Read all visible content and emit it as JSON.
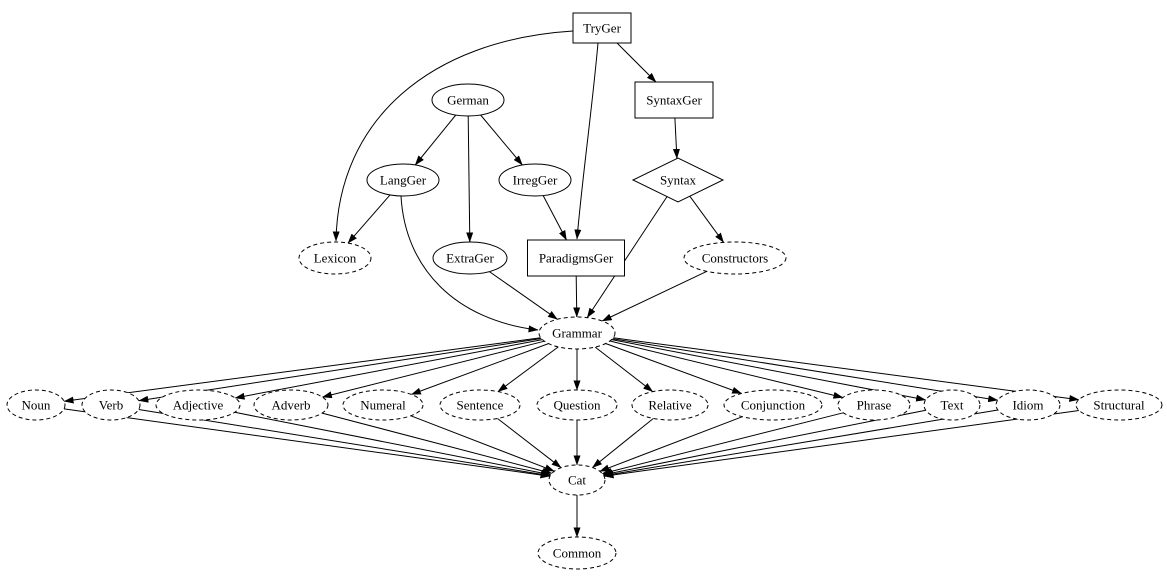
{
  "figure": {
    "type": "directed-graph",
    "description": "Module dependency graph",
    "background_color": "#ffffff",
    "stroke_color": "#000000"
  },
  "nodes": {
    "TryGer": {
      "label": "TryGer",
      "shape": "box",
      "style": "solid"
    },
    "German": {
      "label": "German",
      "shape": "ellipse",
      "style": "solid"
    },
    "SyntaxGer": {
      "label": "SyntaxGer",
      "shape": "box",
      "style": "solid"
    },
    "LangGer": {
      "label": "LangGer",
      "shape": "ellipse",
      "style": "solid"
    },
    "IrregGer": {
      "label": "IrregGer",
      "shape": "ellipse",
      "style": "solid"
    },
    "Syntax": {
      "label": "Syntax",
      "shape": "diamond",
      "style": "solid"
    },
    "Lexicon": {
      "label": "Lexicon",
      "shape": "ellipse",
      "style": "dashed"
    },
    "ExtraGer": {
      "label": "ExtraGer",
      "shape": "ellipse",
      "style": "solid"
    },
    "ParadigmsGer": {
      "label": "ParadigmsGer",
      "shape": "box",
      "style": "solid"
    },
    "Constructors": {
      "label": "Constructors",
      "shape": "ellipse",
      "style": "dashed"
    },
    "Grammar": {
      "label": "Grammar",
      "shape": "ellipse",
      "style": "dashed"
    },
    "Noun": {
      "label": "Noun",
      "shape": "ellipse",
      "style": "dashed"
    },
    "Verb": {
      "label": "Verb",
      "shape": "ellipse",
      "style": "dashed"
    },
    "Adjective": {
      "label": "Adjective",
      "shape": "ellipse",
      "style": "dashed"
    },
    "Adverb": {
      "label": "Adverb",
      "shape": "ellipse",
      "style": "dashed"
    },
    "Numeral": {
      "label": "Numeral",
      "shape": "ellipse",
      "style": "dashed"
    },
    "Sentence": {
      "label": "Sentence",
      "shape": "ellipse",
      "style": "dashed"
    },
    "Question": {
      "label": "Question",
      "shape": "ellipse",
      "style": "dashed"
    },
    "Relative": {
      "label": "Relative",
      "shape": "ellipse",
      "style": "dashed"
    },
    "Conjunction": {
      "label": "Conjunction",
      "shape": "ellipse",
      "style": "dashed"
    },
    "Phrase": {
      "label": "Phrase",
      "shape": "ellipse",
      "style": "dashed"
    },
    "Text": {
      "label": "Text",
      "shape": "ellipse",
      "style": "dashed"
    },
    "Idiom": {
      "label": "Idiom",
      "shape": "ellipse",
      "style": "dashed"
    },
    "Structural": {
      "label": "Structural",
      "shape": "ellipse",
      "style": "dashed"
    },
    "Cat": {
      "label": "Cat",
      "shape": "ellipse",
      "style": "dashed"
    },
    "Common": {
      "label": "Common",
      "shape": "ellipse",
      "style": "dashed"
    }
  },
  "edges": [
    [
      "TryGer",
      "SyntaxGer"
    ],
    [
      "TryGer",
      "ParadigmsGer"
    ],
    [
      "TryGer",
      "Lexicon"
    ],
    [
      "German",
      "LangGer"
    ],
    [
      "German",
      "IrregGer"
    ],
    [
      "German",
      "ExtraGer"
    ],
    [
      "LangGer",
      "Lexicon"
    ],
    [
      "LangGer",
      "Grammar"
    ],
    [
      "IrregGer",
      "ParadigmsGer"
    ],
    [
      "SyntaxGer",
      "Syntax"
    ],
    [
      "Syntax",
      "Constructors"
    ],
    [
      "Syntax",
      "Grammar"
    ],
    [
      "ExtraGer",
      "Grammar"
    ],
    [
      "ParadigmsGer",
      "Grammar"
    ],
    [
      "Constructors",
      "Grammar"
    ],
    [
      "Grammar",
      "Noun"
    ],
    [
      "Grammar",
      "Verb"
    ],
    [
      "Grammar",
      "Adjective"
    ],
    [
      "Grammar",
      "Adverb"
    ],
    [
      "Grammar",
      "Numeral"
    ],
    [
      "Grammar",
      "Sentence"
    ],
    [
      "Grammar",
      "Question"
    ],
    [
      "Grammar",
      "Relative"
    ],
    [
      "Grammar",
      "Conjunction"
    ],
    [
      "Grammar",
      "Phrase"
    ],
    [
      "Grammar",
      "Text"
    ],
    [
      "Grammar",
      "Idiom"
    ],
    [
      "Grammar",
      "Structural"
    ],
    [
      "Noun",
      "Cat"
    ],
    [
      "Verb",
      "Cat"
    ],
    [
      "Adjective",
      "Cat"
    ],
    [
      "Adverb",
      "Cat"
    ],
    [
      "Numeral",
      "Cat"
    ],
    [
      "Sentence",
      "Cat"
    ],
    [
      "Question",
      "Cat"
    ],
    [
      "Relative",
      "Cat"
    ],
    [
      "Conjunction",
      "Cat"
    ],
    [
      "Phrase",
      "Cat"
    ],
    [
      "Text",
      "Cat"
    ],
    [
      "Idiom",
      "Cat"
    ],
    [
      "Structural",
      "Cat"
    ],
    [
      "Cat",
      "Common"
    ]
  ]
}
